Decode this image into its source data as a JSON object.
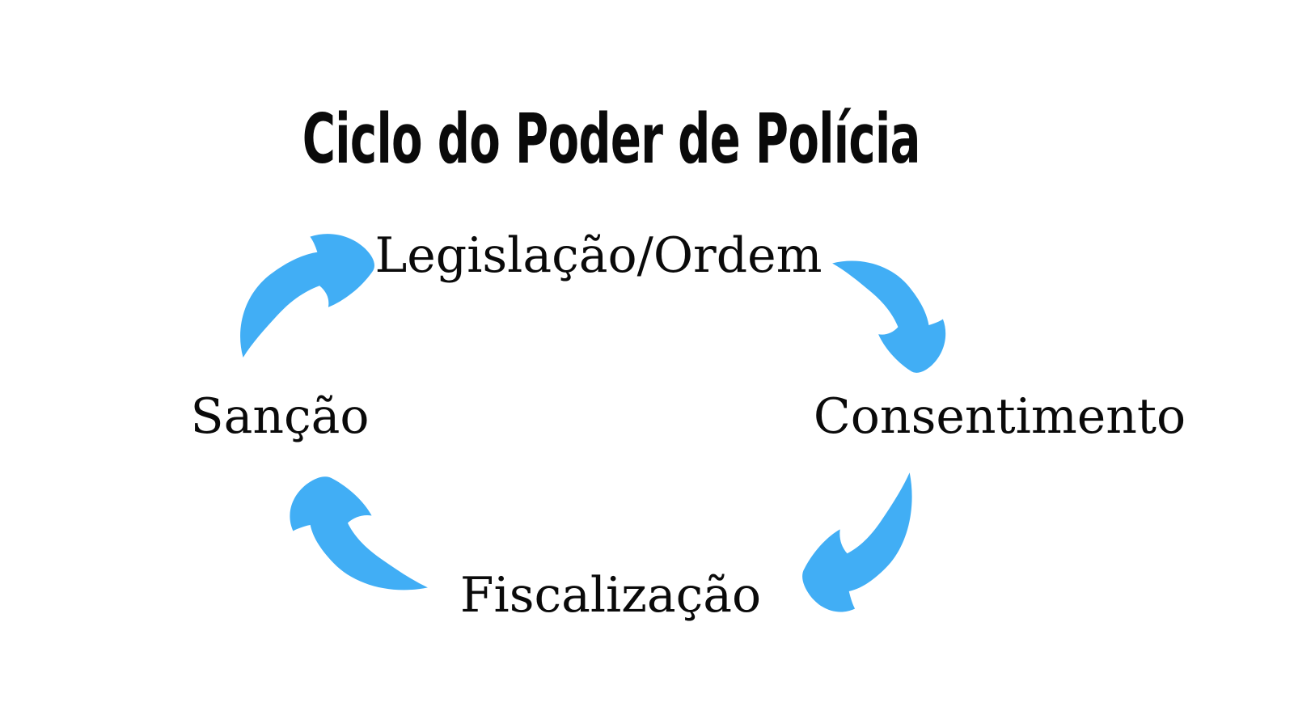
{
  "title": "Ciclo do Poder de Polícia",
  "diagram": {
    "type": "cycle",
    "direction": "clockwise",
    "accent_color": "#41AEF5",
    "text_color": "#0a0a0a",
    "background_color": "#ffffff",
    "nodes": [
      {
        "id": "legislacao-ordem",
        "label": "Legislação/Ordem",
        "position": "top"
      },
      {
        "id": "consentimento",
        "label": "Consentimento",
        "position": "right"
      },
      {
        "id": "fiscalizacao",
        "label": "Fiscalização",
        "position": "bottom"
      },
      {
        "id": "sancao",
        "label": "Sanção",
        "position": "left"
      }
    ],
    "arrows": [
      {
        "from": "sancao",
        "to": "legislacao-ordem",
        "corner": "top-left"
      },
      {
        "from": "legislacao-ordem",
        "to": "consentimento",
        "corner": "top-right"
      },
      {
        "from": "consentimento",
        "to": "fiscalizacao",
        "corner": "bottom-right"
      },
      {
        "from": "fiscalizacao",
        "to": "sancao",
        "corner": "bottom-left"
      }
    ],
    "arrow_icon": "curved-swoosh-arrow"
  }
}
